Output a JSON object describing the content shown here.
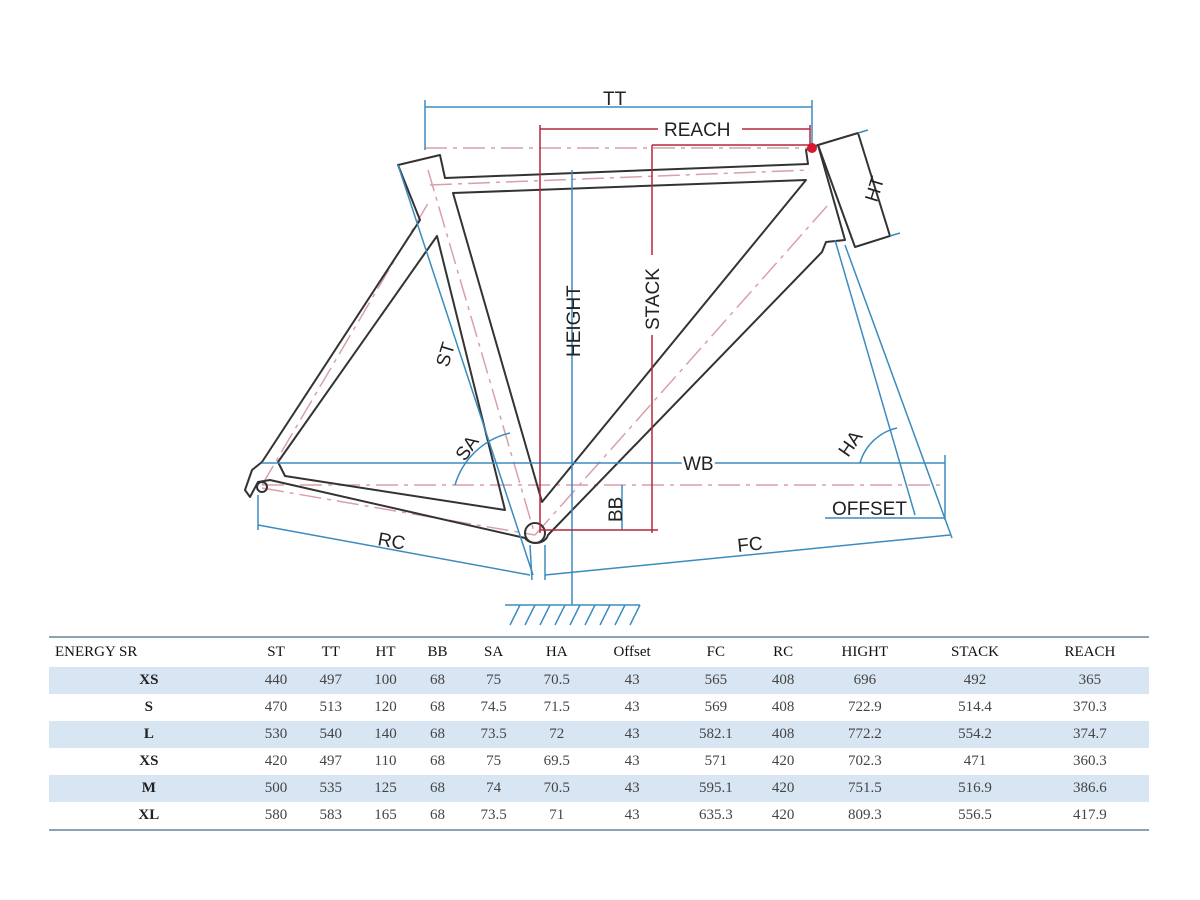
{
  "diagram": {
    "labels": {
      "tt": "TT",
      "reach": "REACH",
      "ht": "HT",
      "stack": "STACK",
      "height": "HEIGHT",
      "st": "ST",
      "sa": "SA",
      "ha": "HA",
      "wb": "WB",
      "bb": "BB",
      "offset": "OFFSET",
      "rc": "RC",
      "fc": "FC"
    },
    "colors": {
      "frame": "#333333",
      "dimension": "#3b8bbf",
      "reach_stack": "#b5283a",
      "centerline": "#d9a0a8"
    }
  },
  "table": {
    "headers": [
      "ENERGY SR",
      "ST",
      "TT",
      "HT",
      "BB",
      "SA",
      "HA",
      "Offset",
      "FC",
      "RC",
      "HIGHT",
      "STACK",
      "REACH"
    ],
    "rows": [
      [
        "XS",
        "440",
        "497",
        "100",
        "68",
        "75",
        "70.5",
        "43",
        "565",
        "408",
        "696",
        "492",
        "365"
      ],
      [
        "S",
        "470",
        "513",
        "120",
        "68",
        "74.5",
        "71.5",
        "43",
        "569",
        "408",
        "722.9",
        "514.4",
        "370.3"
      ],
      [
        "L",
        "530",
        "540",
        "140",
        "68",
        "73.5",
        "72",
        "43",
        "582.1",
        "408",
        "772.2",
        "554.2",
        "374.7"
      ],
      [
        "XS",
        "420",
        "497",
        "110",
        "68",
        "75",
        "69.5",
        "43",
        "571",
        "420",
        "702.3",
        "471",
        "360.3"
      ],
      [
        "M",
        "500",
        "535",
        "125",
        "68",
        "74",
        "70.5",
        "43",
        "595.1",
        "420",
        "751.5",
        "516.9",
        "386.6"
      ],
      [
        "XL",
        "580",
        "583",
        "165",
        "68",
        "73.5",
        "71",
        "43",
        "635.3",
        "420",
        "809.3",
        "556.5",
        "417.9"
      ]
    ]
  }
}
